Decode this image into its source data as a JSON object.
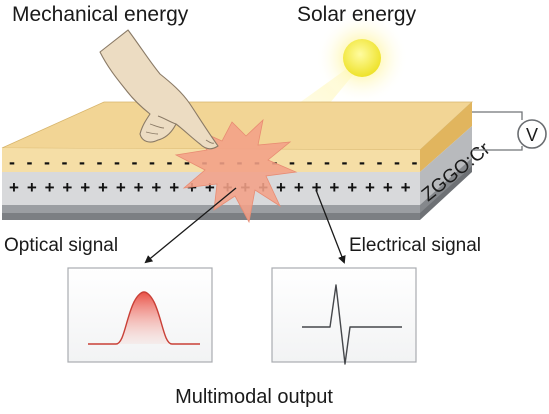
{
  "labels": {
    "mechanical": "Mechanical energy",
    "solar": "Solar energy",
    "material": "ZGGO:Cr",
    "voltmeter": "V",
    "optical": "Optical signal",
    "electrical": "Electrical signal",
    "output": "Multimodal output"
  },
  "charges": {
    "negative": "-",
    "positive": "+"
  },
  "colors": {
    "top_layer": "#f2d595",
    "top_layer_side": "#e1b55e",
    "base_layer": "#cfd0d2",
    "base_layer_edge": "#8e9194",
    "burst": "#f3a088",
    "sun": "#f3ec3c",
    "optical_curve": "#e8473c",
    "electrical_curve": "#45474b",
    "hand": "#ecdcc2"
  },
  "icons": {
    "hand": "pointing-hand",
    "sun": "glowing-sun",
    "burst": "impact-burst"
  }
}
